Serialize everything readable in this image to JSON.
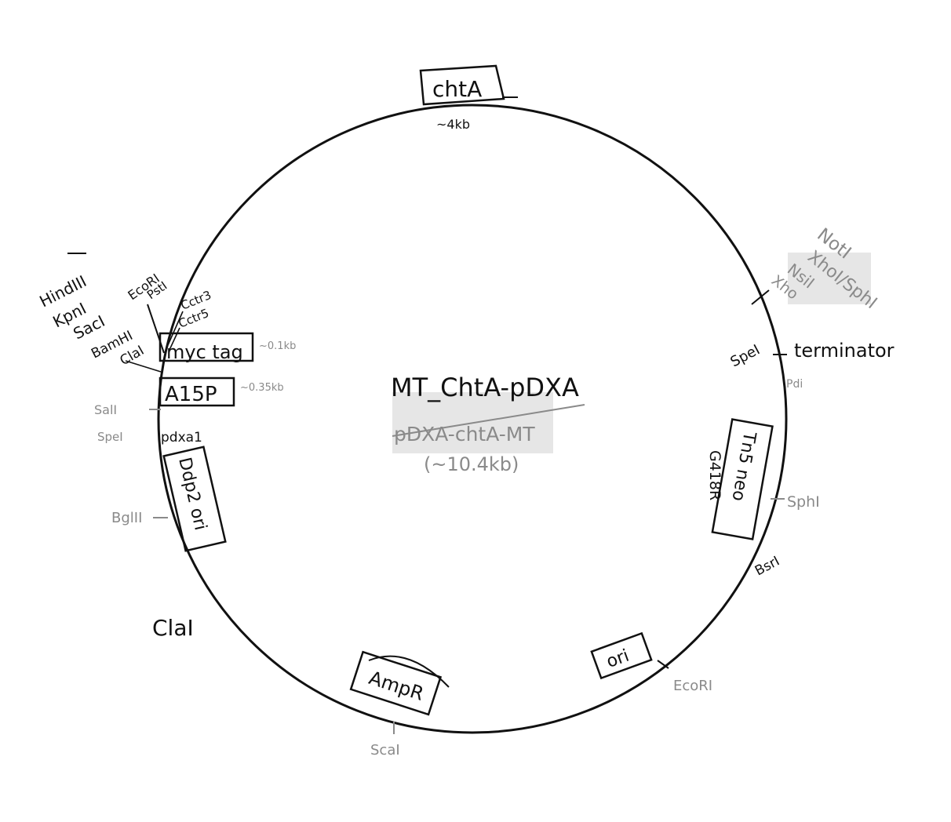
{
  "title": {
    "name": "MT_ChtA-pDXA",
    "crossed_out": "pDXA-chtA-MT",
    "size": "(~10.4kb)"
  },
  "features": {
    "chta": {
      "label": "chtA",
      "size": "~4kb"
    },
    "myc_tag": {
      "label": "myc tag",
      "size": "~0.1kb"
    },
    "a15p": {
      "label": "A15P",
      "size": "~0.35kb"
    },
    "ddp2_ori": {
      "label": "Ddp2 ori"
    },
    "tn5_neo": {
      "label": "Tn5 neo"
    },
    "g418r": {
      "label": "G418R"
    },
    "ori": {
      "label": "ori"
    },
    "ampr": {
      "label": "AmpR"
    },
    "terminator": {
      "label": "terminator"
    },
    "pdxa1": {
      "label": "pdxa1"
    }
  },
  "left_sites": {
    "hindiii": "HindIII",
    "kpni": "KpnI",
    "saci": "SacI",
    "bamhi": "BamHI",
    "clai": "ClaI",
    "ecori": "EcoRI",
    "psti": "PstI",
    "cctr3": "Cctr3",
    "cctr5": "Cctr5",
    "sali": "SalI",
    "spei": "SpeI",
    "bglii": "BglII",
    "clai_low": "ClaI"
  },
  "right_sites": {
    "noti": "NotI",
    "xhoi_sphi": "XhoI/SphI",
    "nsi": "NsiI",
    "xho": "Xho",
    "spei": "SpeI",
    "pdi": "Pdi",
    "sphi": "SphI",
    "bsri": "BsrI",
    "ecori": "EcoRI",
    "scai": "ScaI"
  }
}
